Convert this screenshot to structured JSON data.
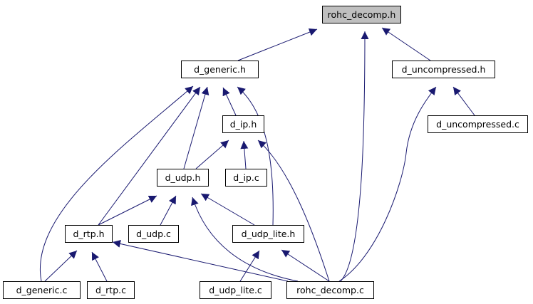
{
  "diagram": {
    "colors": {
      "edge": "#191970",
      "node_border": "#000000",
      "root_fill": "#bfbfbf",
      "node_fill": "#ffffff"
    },
    "nodes": [
      {
        "id": "rohc_decomp_h",
        "label": "rohc_decomp.h",
        "highlighted": true
      },
      {
        "id": "d_generic_h",
        "label": "d_generic.h"
      },
      {
        "id": "d_uncompressed_h",
        "label": "d_uncompressed.h"
      },
      {
        "id": "d_ip_h",
        "label": "d_ip.h"
      },
      {
        "id": "d_uncompressed_c",
        "label": "d_uncompressed.c"
      },
      {
        "id": "d_udp_h",
        "label": "d_udp.h"
      },
      {
        "id": "d_ip_c",
        "label": "d_ip.c"
      },
      {
        "id": "d_rtp_h",
        "label": "d_rtp.h"
      },
      {
        "id": "d_udp_c",
        "label": "d_udp.c"
      },
      {
        "id": "d_udp_lite_h",
        "label": "d_udp_lite.h"
      },
      {
        "id": "d_generic_c",
        "label": "d_generic.c"
      },
      {
        "id": "d_rtp_c",
        "label": "d_rtp.c"
      },
      {
        "id": "d_udp_lite_c",
        "label": "d_udp_lite.c"
      },
      {
        "id": "rohc_decomp_c",
        "label": "rohc_decomp.c"
      }
    ],
    "edges": [
      {
        "from": "d_generic_h",
        "to": "rohc_decomp_h"
      },
      {
        "from": "d_uncompressed_h",
        "to": "rohc_decomp_h"
      },
      {
        "from": "rohc_decomp_c",
        "to": "rohc_decomp_h"
      },
      {
        "from": "d_ip_h",
        "to": "d_generic_h"
      },
      {
        "from": "d_udp_h",
        "to": "d_generic_h"
      },
      {
        "from": "d_rtp_h",
        "to": "d_generic_h"
      },
      {
        "from": "d_generic_c",
        "to": "d_generic_h"
      },
      {
        "from": "d_udp_lite_h",
        "to": "d_generic_h"
      },
      {
        "from": "d_uncompressed_c",
        "to": "d_uncompressed_h"
      },
      {
        "from": "rohc_decomp_c",
        "to": "d_uncompressed_h"
      },
      {
        "from": "d_udp_h",
        "to": "d_ip_h"
      },
      {
        "from": "d_ip_c",
        "to": "d_ip_h"
      },
      {
        "from": "rohc_decomp_c",
        "to": "d_ip_h"
      },
      {
        "from": "d_rtp_h",
        "to": "d_udp_h"
      },
      {
        "from": "d_udp_c",
        "to": "d_udp_h"
      },
      {
        "from": "d_udp_lite_h",
        "to": "d_udp_h"
      },
      {
        "from": "rohc_decomp_c",
        "to": "d_udp_h"
      },
      {
        "from": "d_generic_c",
        "to": "d_rtp_h"
      },
      {
        "from": "d_rtp_c",
        "to": "d_rtp_h"
      },
      {
        "from": "rohc_decomp_c",
        "to": "d_rtp_h"
      },
      {
        "from": "d_udp_lite_c",
        "to": "d_udp_lite_h"
      },
      {
        "from": "rohc_decomp_c",
        "to": "d_udp_lite_h"
      }
    ]
  }
}
